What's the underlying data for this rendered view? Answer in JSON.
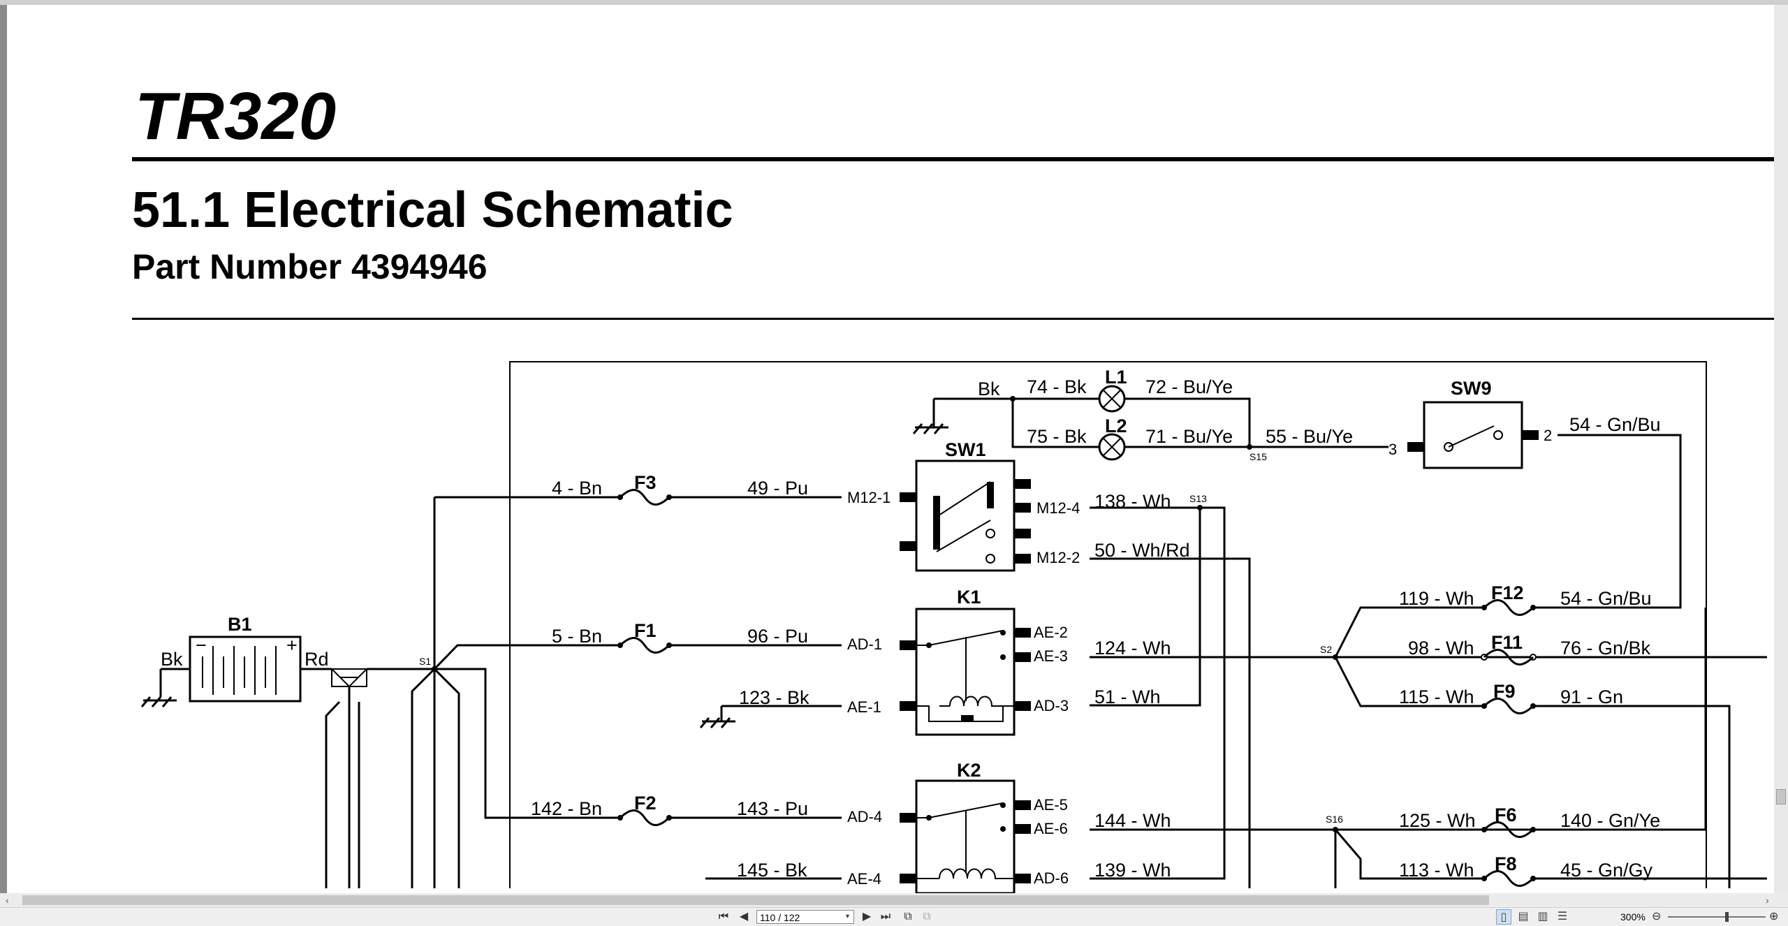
{
  "document": {
    "title": "TR320",
    "section": "51.1 Electrical Schematic",
    "part_number": "Part Number 4394946"
  },
  "schematic": {
    "components": {
      "b1": "B1",
      "f1": "F1",
      "f2": "F2",
      "f3": "F3",
      "sw1": "SW1",
      "sw9": "SW9",
      "k1": "K1",
      "k2": "K2",
      "l1": "L1",
      "l2": "L2",
      "f6": "F6",
      "f8": "F8",
      "f9": "F9",
      "f11": "F11",
      "f12": "F12"
    },
    "wires": {
      "bk_batt": "Bk",
      "rd_batt": "Rd",
      "bk_ground": "Bk",
      "w74": "74 - Bk",
      "w75": "75 - Bk",
      "w72": "72 - Bu/Ye",
      "w71": "71 - Bu/Ye",
      "w55": "55 - Bu/Ye",
      "w54a": "54 - Gn/Bu",
      "w54b": "54 - Gn/Bu",
      "w4": "4 - Bn",
      "w49": "49 - Pu",
      "w138": "138 - Wh",
      "w50": "50 - Wh/Rd",
      "w5": "5 - Bn",
      "w96": "96 - Pu",
      "w124": "124 - Wh",
      "w123": "123 - Bk",
      "w51": "51 - Wh",
      "w142": "142 - Bn",
      "w143": "143 - Pu",
      "w144": "144 - Wh",
      "w145": "145 - Bk",
      "w139": "139 - Wh",
      "w119": "119 - Wh",
      "w98": "98 - Wh",
      "w76": "76 - Gn/Bk",
      "w115": "115 - Wh",
      "w91": "91 - Gn",
      "w125": "125 - Wh",
      "w140": "140 - Gn/Ye",
      "w113": "113 - Wh",
      "w45": "45 - Gn/Gy"
    },
    "pins": {
      "m12_1": "M12-1",
      "m12_4": "M12-4",
      "m12_2": "M12-2",
      "ad_1": "AD-1",
      "ae_1": "AE-1",
      "ae_2": "AE-2",
      "ae_3": "AE-3",
      "ad_3": "AD-3",
      "ad_4": "AD-4",
      "ae_4": "AE-4",
      "ae_5": "AE-5",
      "ae_6": "AE-6",
      "ad_6": "AD-6",
      "sw9_3": "3",
      "sw9_2": "2"
    },
    "splices": {
      "s1": "S1",
      "s2": "S2",
      "s13": "S13",
      "s15": "S15",
      "s16": "S16"
    }
  },
  "viewer": {
    "page_indicator": "110 / 122",
    "zoom_level": "300%",
    "buttons": {
      "first": "⏮",
      "prev": "◀",
      "next": "▶",
      "last": "⏭",
      "single_page": "single-page-icon",
      "continuous": "continuous-icon",
      "facing": "facing-icon",
      "cover": "cover-icon",
      "zoom_out": "⊖",
      "zoom_in": "⊕"
    }
  }
}
